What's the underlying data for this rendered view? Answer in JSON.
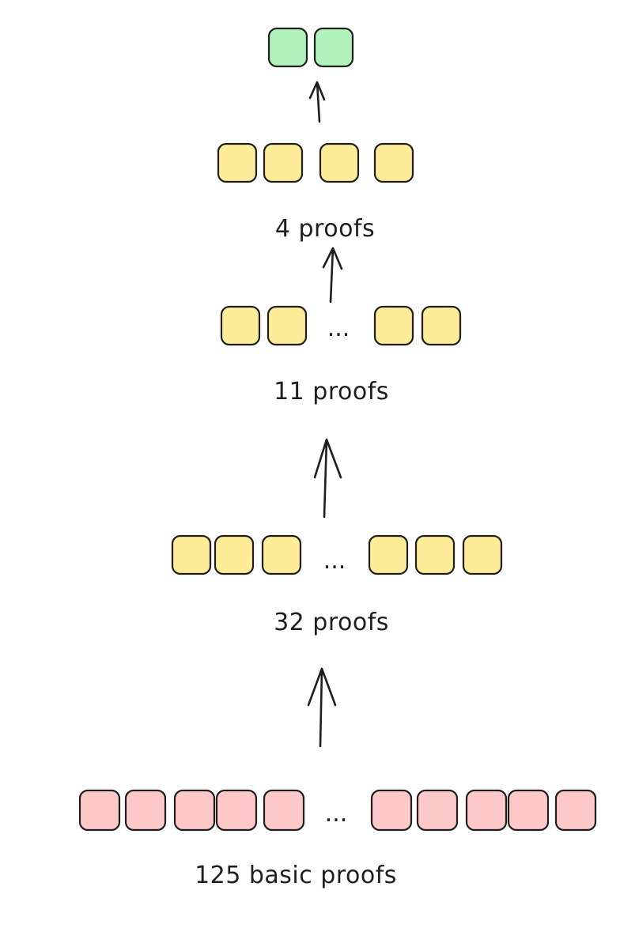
{
  "diagram": {
    "levels": [
      {
        "id": "level-final",
        "label": "",
        "color": "green",
        "boxes_before": 2,
        "boxes_after": 0,
        "ellipsis": false
      },
      {
        "id": "level-4",
        "label": "4 proofs",
        "color": "yellow",
        "boxes_before": 4,
        "boxes_after": 0,
        "ellipsis": false
      },
      {
        "id": "level-11",
        "label": "11 proofs",
        "color": "yellow",
        "boxes_before": 2,
        "boxes_after": 2,
        "ellipsis": true
      },
      {
        "id": "level-32",
        "label": "32 proofs",
        "color": "yellow",
        "boxes_before": 3,
        "boxes_after": 3,
        "ellipsis": true
      },
      {
        "id": "level-125",
        "label": "125 basic proofs",
        "color": "pink",
        "boxes_before": 5,
        "boxes_after": 5,
        "ellipsis": true
      }
    ],
    "ellipsis_text": "...",
    "colors": {
      "green": "#b2f2bb",
      "yellow": "#ffec99",
      "pink": "#ffc9c9",
      "stroke": "#1e1e1e"
    }
  }
}
